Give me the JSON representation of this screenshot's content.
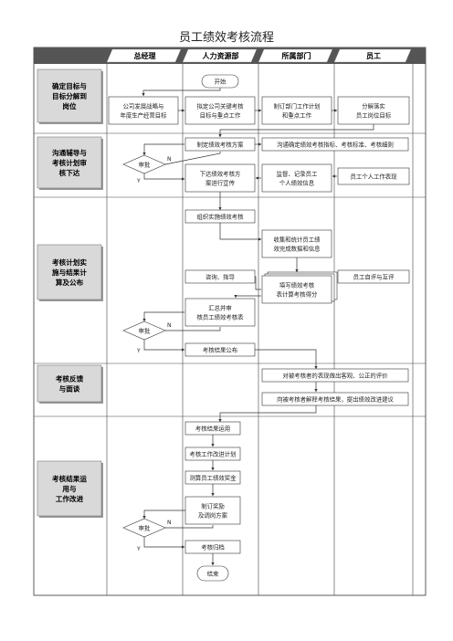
{
  "title": "员工绩效考核流程",
  "lanes": [
    "总经理",
    "人力资源部",
    "所属部门",
    "员工"
  ],
  "stages": [
    {
      "id": "s1",
      "label": "确定目标与目标分解到岗位"
    },
    {
      "id": "s2",
      "label": "沟通辅导与考核计划审核下达"
    },
    {
      "id": "s3",
      "label": "考核计划实施与结果计算及公布"
    },
    {
      "id": "s4",
      "label": "考核反馈与面谈"
    },
    {
      "id": "s5",
      "label": "考核结果运用与工作改进"
    }
  ],
  "nodes": [
    {
      "id": "start",
      "label": "开始"
    },
    {
      "id": "gm_strategy",
      "label": "公司发展战略与年度生产经营目标"
    },
    {
      "id": "hr_kpi",
      "label": "拟定公司关键考核目标与重点工作"
    },
    {
      "id": "dept_plan",
      "label": "制订部门工作计划和重点工作"
    },
    {
      "id": "emp_goal",
      "label": "分解落实员工岗位目标"
    },
    {
      "id": "hr_plan",
      "label": "制定绩效考核方案"
    },
    {
      "id": "approve1",
      "label": "审批"
    },
    {
      "id": "dept_comm",
      "label": "沟通确定绩效考核指标、考核标准、考核细则"
    },
    {
      "id": "hr_issue",
      "label": "下达绩效考核方案进行宣传"
    },
    {
      "id": "dept_monitor",
      "label": "监督、记录员工个人绩效信息"
    },
    {
      "id": "emp_perf",
      "label": "员工个人工作表现"
    },
    {
      "id": "hr_org",
      "label": "组织实施绩效考核"
    },
    {
      "id": "dept_collect",
      "label": "收集和统计员工绩效完成数据和信息"
    },
    {
      "id": "hr_consult",
      "label": "咨询、指导"
    },
    {
      "id": "dept_fill",
      "label": "填写绩效考核表计算考核得分"
    },
    {
      "id": "emp_self",
      "label": "员工自评与互评"
    },
    {
      "id": "hr_summary",
      "label": "汇总并审核员工绩效考核表"
    },
    {
      "id": "approve2",
      "label": "审批"
    },
    {
      "id": "hr_publish",
      "label": "考核结果公布"
    },
    {
      "id": "dept_eval",
      "label": "对被考核者的表现做出客观、公正的评价"
    },
    {
      "id": "dept_explain",
      "label": "向被考核者解释考核结果，提出绩效改进建议"
    },
    {
      "id": "hr_use",
      "label": "考核结果运用"
    },
    {
      "id": "hr_improve",
      "label": "考核工作改进计划"
    },
    {
      "id": "hr_bonus",
      "label": "测算员工绩效奖金"
    },
    {
      "id": "hr_reward",
      "label": "制订奖励及调岗方案"
    },
    {
      "id": "approve3",
      "label": "审批"
    },
    {
      "id": "hr_archive",
      "label": "考核归档"
    },
    {
      "id": "end",
      "label": "结束"
    }
  ],
  "branch_labels": {
    "no": "N",
    "yes": "Y"
  }
}
